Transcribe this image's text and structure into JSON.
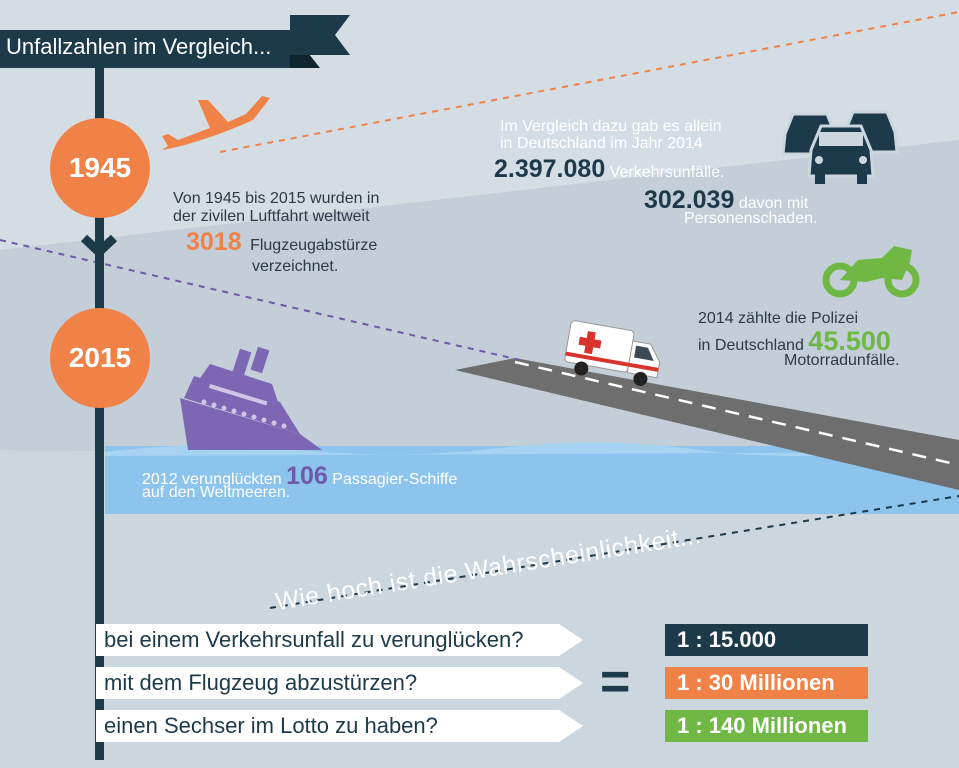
{
  "title": "Unfallzahlen im Vergleich...",
  "years": [
    "1945",
    "2015"
  ],
  "aviation": {
    "line1": "Von 1945 bis 2015 wurden in",
    "line2": "der zivilen Luftfahrt weltweit",
    "number": "3018",
    "line3": "Flugzeugabstürze",
    "line4": "verzeichnet."
  },
  "traffic": {
    "line1": "Im Vergleich dazu gab es allein",
    "line2": "in Deutschland im Jahr 2014",
    "number1": "2.397.080",
    "after1": "Verkehrsunfälle.",
    "number2": "302.039",
    "after2": "davon mit",
    "line3": "Personenschaden."
  },
  "motorcycle": {
    "line1": "2014 zählte die Polizei",
    "line2": "in Deutschland",
    "number": "45.500",
    "line3": "Motorradunfälle."
  },
  "ships": {
    "before": "2012 verunglückten",
    "number": "106",
    "after": "Passagier-Schiffe",
    "line2": "auf den Weltmeeren."
  },
  "probability": {
    "title": "Wie hoch ist die Wahrscheinlichkeit...",
    "equals": "=",
    "rows": [
      {
        "question": "bei einem Verkehrsunfall zu verunglücken?",
        "answer": "1 : 15.000",
        "color": "#1d3a4a"
      },
      {
        "question": "mit dem Flugzeug abzustürzen?",
        "answer": "1 : 30 Millionen",
        "color": "#f08248"
      },
      {
        "question": "einen Sechser im Lotto zu haben?",
        "answer": "1 : 140 Millionen",
        "color": "#6fb844"
      }
    ]
  },
  "colors": {
    "orange": "#f08248",
    "navy": "#1d3a4a",
    "purple": "#6e5aa8",
    "green": "#6fb844",
    "water": "#8cc4ee"
  }
}
